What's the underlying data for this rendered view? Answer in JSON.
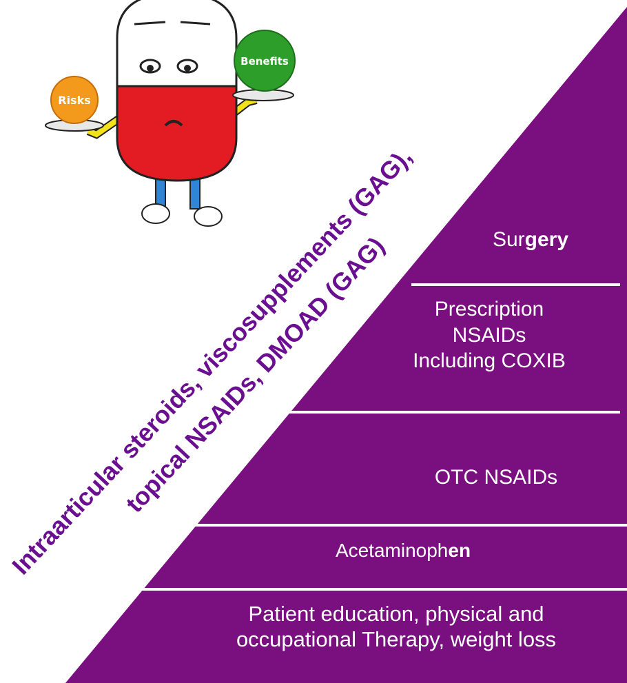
{
  "pyramid": {
    "fill_color": "#7a0f7f",
    "divider_color": "#ffffff",
    "tiers": {
      "surgery": {
        "plain": "Sur",
        "bold": "gery"
      },
      "prescription": {
        "line1": "Prescription",
        "line2": "NSAIDs",
        "line3": "Including COXIB"
      },
      "otc": {
        "label": "OTC NSAIDs"
      },
      "acetaminophen": {
        "plain": "Acetaminoph",
        "bold": "en"
      },
      "education": {
        "line1": "Patient education, physical and",
        "line2": "occupational Therapy, weight loss"
      }
    }
  },
  "diagonal_label": {
    "color": "#6b0f91",
    "line1": "Intraarticular steroids, viscosupplements (GAG),",
    "line2": "topical NSAIDs, DMOAD  (GAG)"
  },
  "cartoon": {
    "risks_label": "Risks",
    "benefits_label": "Benefits",
    "risks_color": "#f39a1c",
    "benefits_color": "#2e9e2a"
  }
}
